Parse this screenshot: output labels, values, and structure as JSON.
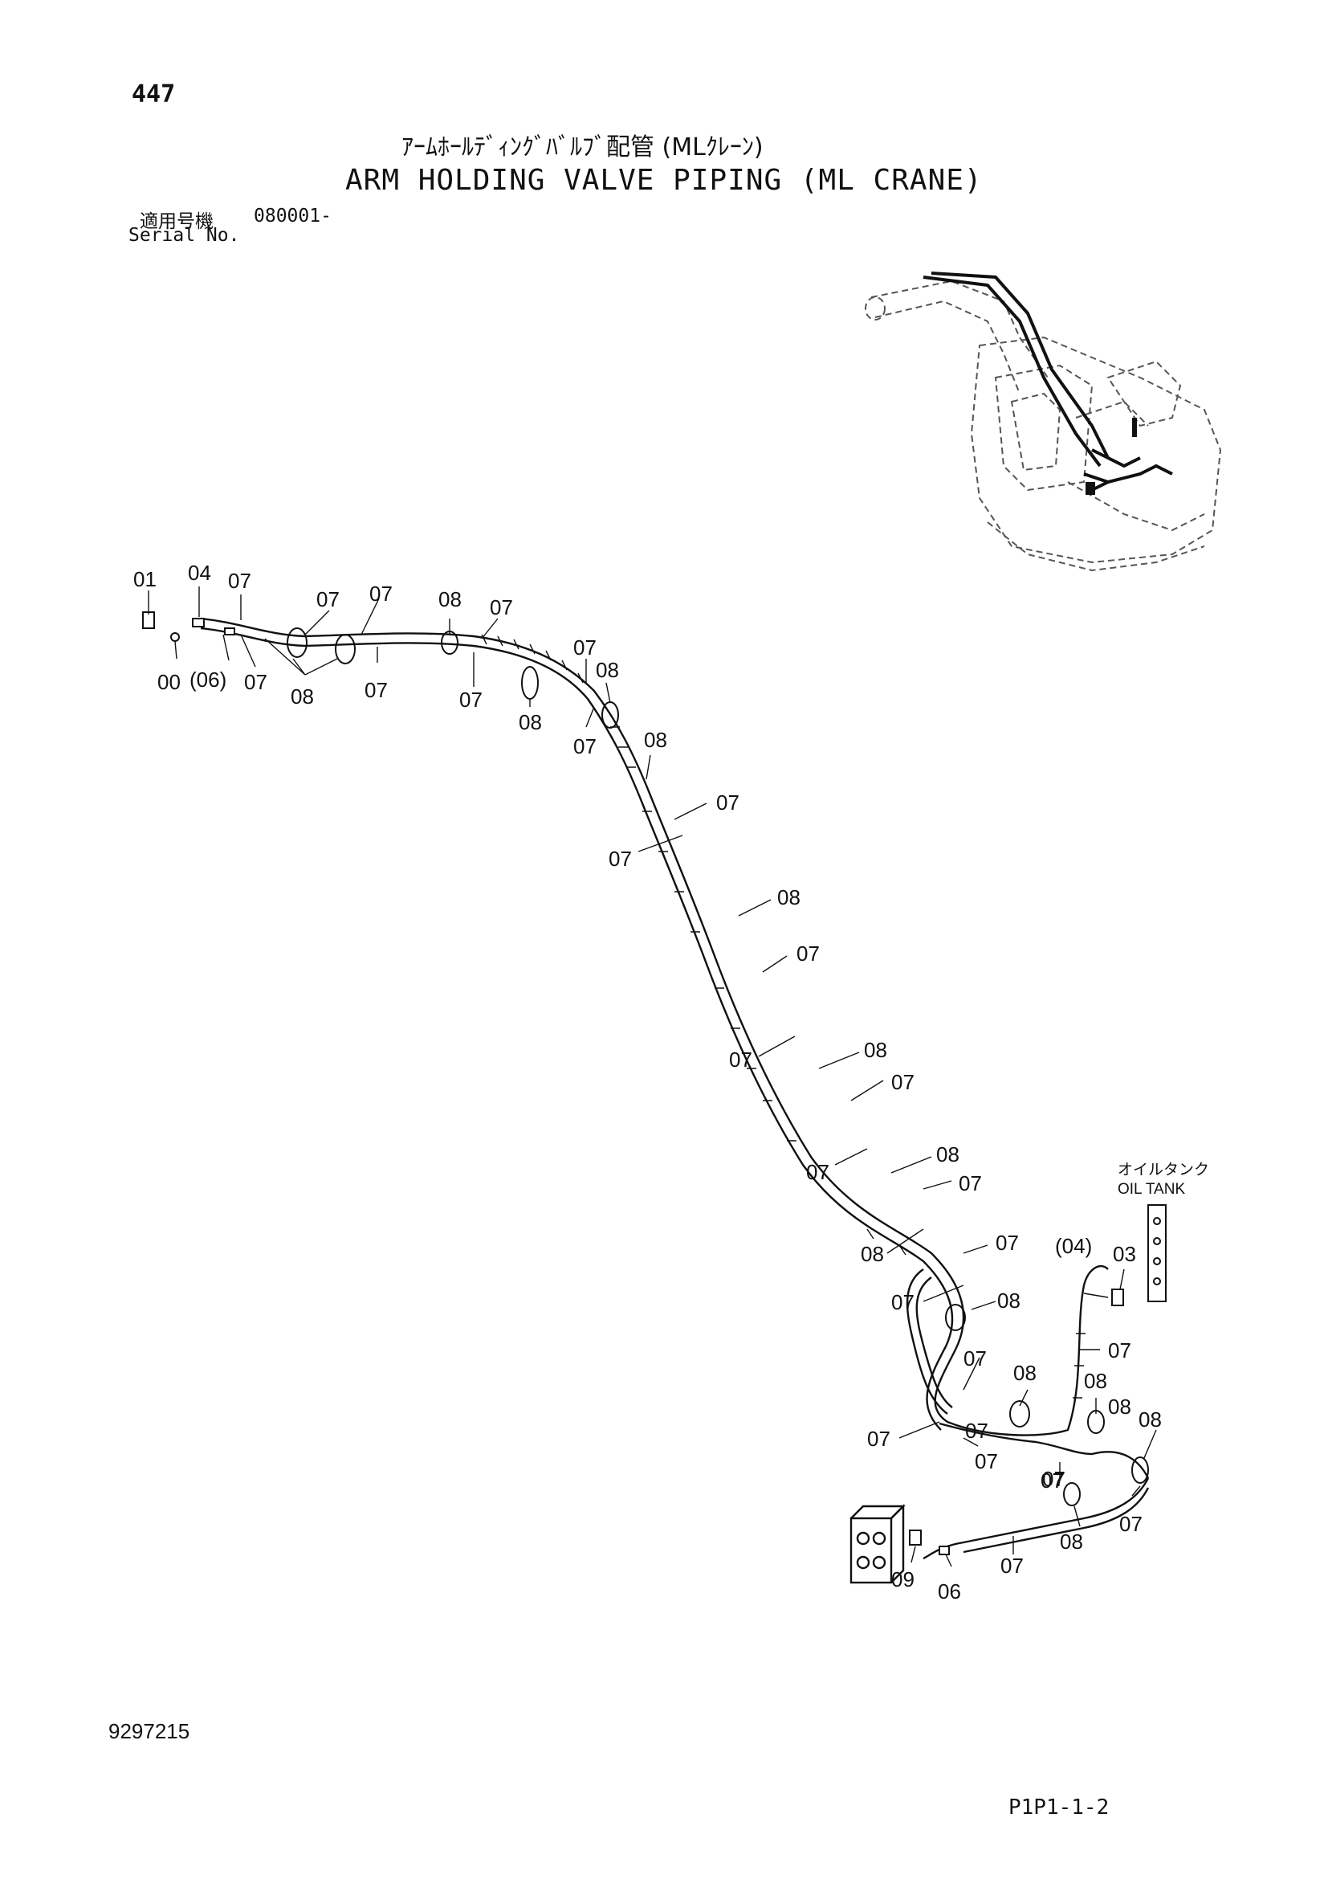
{
  "header": {
    "page_number": "447",
    "title_jp": "ｱｰﾑﾎｰﾙﾃﾞｨﾝｸﾞﾊﾞﾙﾌﾞ配管 (MLｸﾚｰﾝ)",
    "title_en": "ARM HOLDING VALVE PIPING (ML CRANE)",
    "serial_label_jp": "適用号機",
    "serial_value": "080001-",
    "serial_label_en": "Serial No."
  },
  "tank_label": {
    "jp": "オイルタンク",
    "en": "OIL TANK"
  },
  "callouts": [
    "01",
    "04",
    "07",
    "07",
    "07",
    "08",
    "07",
    "00",
    "(06)",
    "07",
    "08",
    "07",
    "07",
    "08",
    "07",
    "07",
    "08",
    "08",
    "07",
    "07",
    "08",
    "07",
    "07",
    "08",
    "07",
    "08",
    "07",
    "07",
    "08",
    "07",
    "08",
    "07",
    "07",
    "(04)",
    "03",
    "07",
    "08",
    "07",
    "07",
    "08",
    "08",
    "08",
    "07",
    "07",
    "07",
    "08",
    "07",
    "07",
    "09",
    "06"
  ],
  "footer": {
    "doc_number": "9297215",
    "page_code": "P1P1-1-2"
  }
}
